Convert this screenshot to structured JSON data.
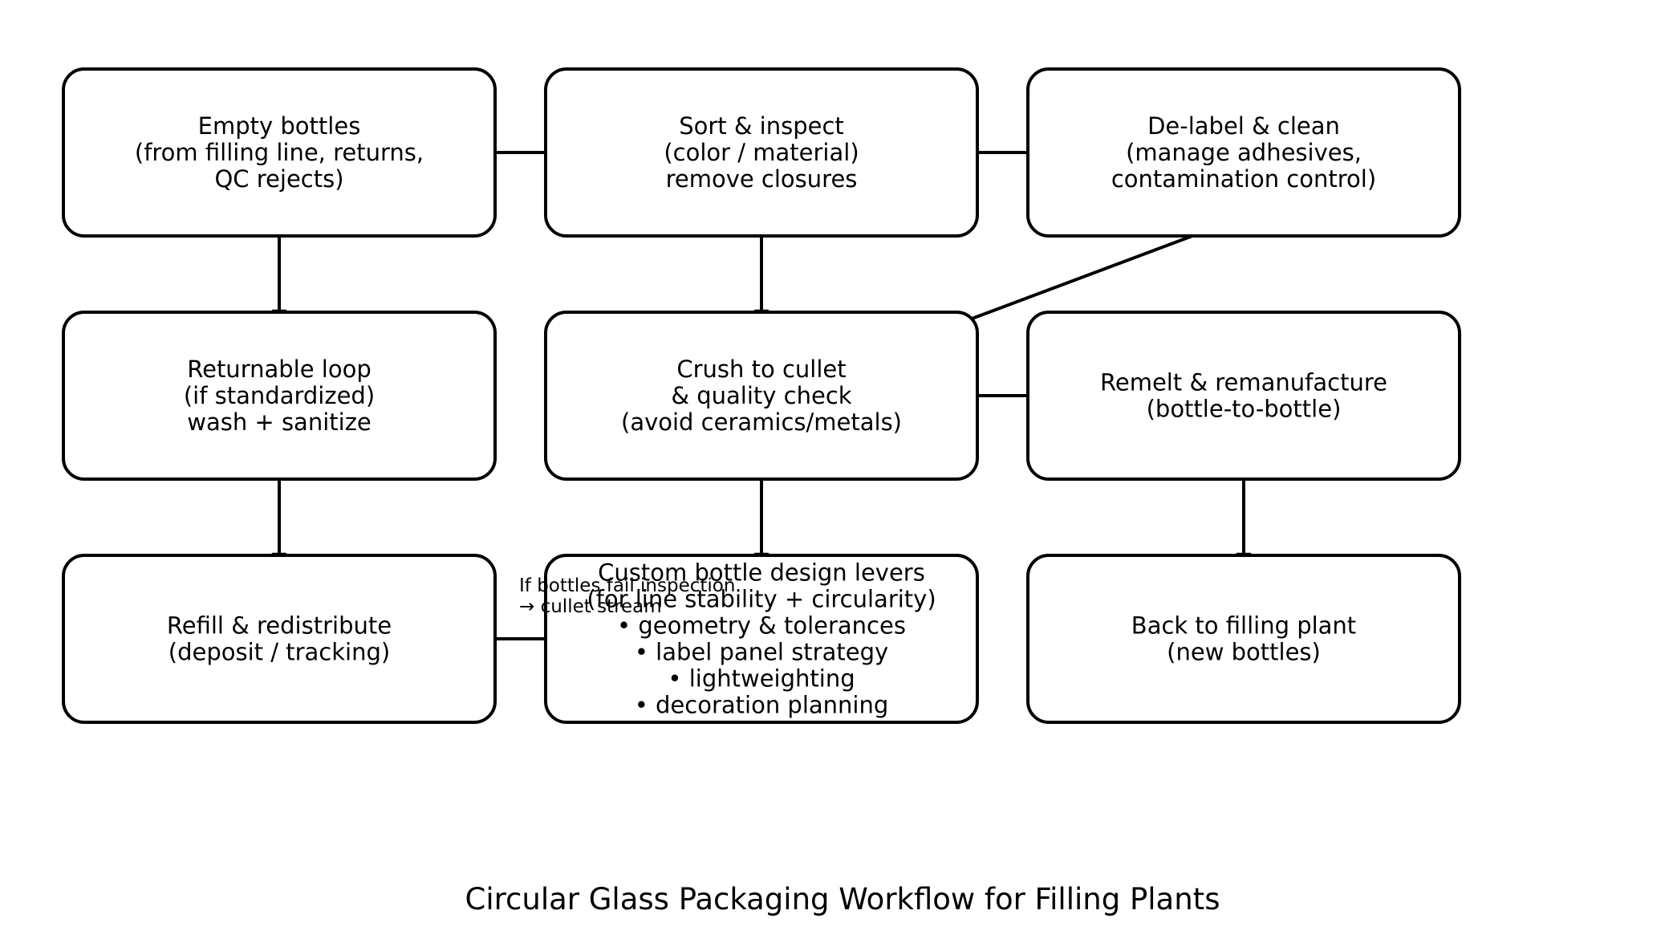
{
  "title": "Circular Glass Packaging Workflow for Filling Plants",
  "colors": {
    "arrowhead_fill": "#2f6fb0",
    "stroke": "#000000",
    "box_fill": "#ffffff"
  },
  "nodes": [
    {
      "id": "empty-bottles",
      "lines": [
        "Empty bottles",
        "(from filling line, returns,",
        "QC rejects)"
      ]
    },
    {
      "id": "sort-inspect",
      "lines": [
        "Sort & inspect",
        "(color / material)",
        "remove closures"
      ]
    },
    {
      "id": "delabel-clean",
      "lines": [
        "De-label & clean",
        "(manage adhesives,",
        "contamination control)"
      ]
    },
    {
      "id": "returnable-loop",
      "lines": [
        "Returnable loop",
        "(if standardized)",
        "wash + sanitize"
      ]
    },
    {
      "id": "crush-cullet",
      "lines": [
        "Crush to cullet",
        "& quality check",
        "(avoid ceramics/metals)"
      ]
    },
    {
      "id": "remelt",
      "lines": [
        "Remelt & remanufacture",
        "(bottle-to-bottle)"
      ]
    },
    {
      "id": "refill",
      "lines": [
        "Refill & redistribute",
        "(deposit / tracking)"
      ]
    },
    {
      "id": "design-levers",
      "lines": [
        "Custom bottle design levers",
        "(for line stability + circularity)",
        "• geometry & tolerances",
        "• label panel strategy",
        "• lightweighting",
        "• decoration planning"
      ]
    },
    {
      "id": "back-to-filling",
      "lines": [
        "Back to filling plant",
        "(new bottles)"
      ]
    }
  ],
  "edges": [
    {
      "from": "empty-bottles",
      "to": "sort-inspect"
    },
    {
      "from": "sort-inspect",
      "to": "delabel-clean"
    },
    {
      "from": "empty-bottles",
      "to": "returnable-loop"
    },
    {
      "from": "sort-inspect",
      "to": "crush-cullet"
    },
    {
      "from": "delabel-clean",
      "to": "crush-cullet"
    },
    {
      "from": "crush-cullet",
      "to": "remelt"
    },
    {
      "from": "returnable-loop",
      "to": "refill"
    },
    {
      "from": "crush-cullet",
      "to": "design-levers"
    },
    {
      "from": "remelt",
      "to": "back-to-filling"
    },
    {
      "from": "refill",
      "to": "design-levers",
      "arrowhead": false
    }
  ],
  "annotation": {
    "lines": [
      "If bottles fail inspection",
      "→ cullet stream"
    ]
  }
}
